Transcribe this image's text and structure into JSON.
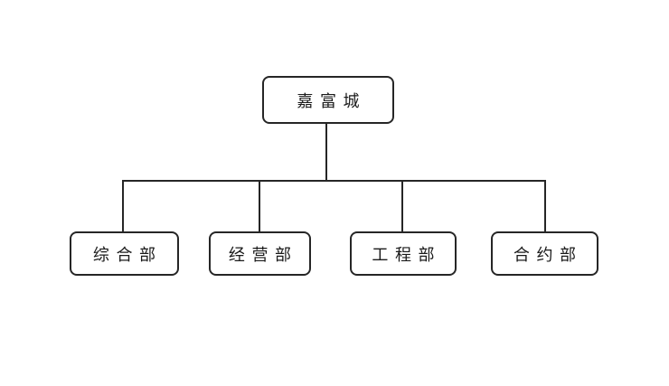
{
  "org_chart": {
    "root": {
      "label": "嘉富城"
    },
    "children": [
      {
        "label": "综合部"
      },
      {
        "label": "经营部"
      },
      {
        "label": "工程部"
      },
      {
        "label": "合约部"
      }
    ]
  }
}
